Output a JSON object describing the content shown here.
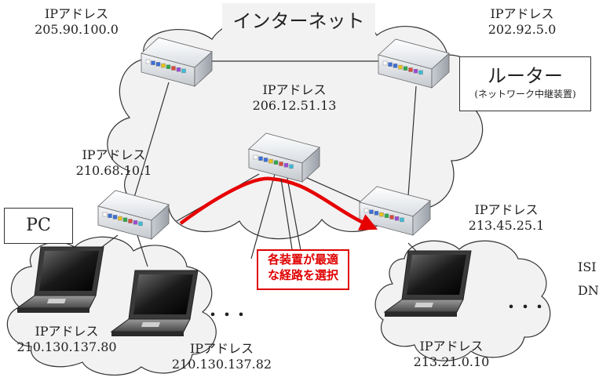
{
  "internet_label": "インターネット",
  "router_legend": {
    "title": "ルーター",
    "subtitle": "(ネットワーク中継装置)"
  },
  "pc_legend": "PC",
  "callout": {
    "line1": "各装置が最適",
    "line2": "な経路を選択"
  },
  "routers": [
    {
      "label": "IPアドレス",
      "ip": "205.90.100.0"
    },
    {
      "label": "IPアドレス",
      "ip": "202.92.5.0"
    },
    {
      "label": "IPアドレス",
      "ip": "206.12.51.13"
    },
    {
      "label": "IPアドレス",
      "ip": "210.68.10.1"
    },
    {
      "label": "IPアドレス",
      "ip": "213.45.25.1"
    }
  ],
  "pcs": [
    {
      "label": "IPアドレス",
      "ip": "210.130.137.80"
    },
    {
      "label": "IPアドレス",
      "ip": "210.130.137.82"
    },
    {
      "label": "IPアドレス",
      "ip": "213.21.0.10"
    }
  ],
  "ellipsis": "・・・",
  "clipped_text": {
    "line1": "ISI",
    "line2": "DN"
  },
  "colors": {
    "route_arrow": "#e60000",
    "cloud_fill": "#f2f2f2",
    "cloud_stroke": "#333333"
  }
}
